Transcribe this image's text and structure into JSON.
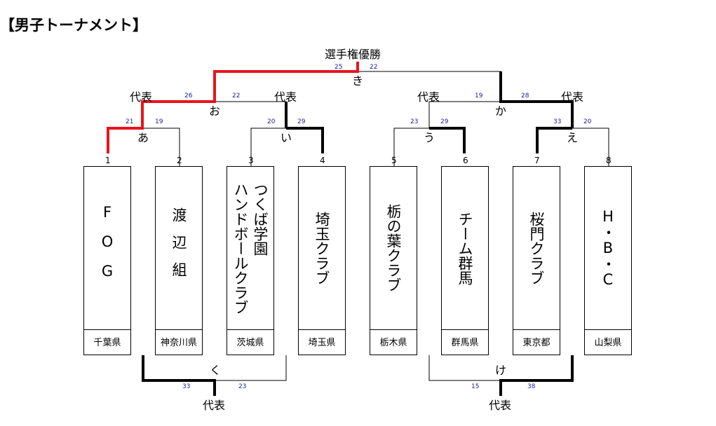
{
  "title": "【男子トーナメント】",
  "champion_label": "選手権優勝",
  "rep_label": "代表",
  "teams": [
    {
      "slot": "1",
      "name": "FOG",
      "pref": "千葉県"
    },
    {
      "slot": "2",
      "name": "渡辺組",
      "pref": "神奈川県"
    },
    {
      "slot": "3",
      "name": "つくば学園\nハンドボールクラブ",
      "pref": "茨城県"
    },
    {
      "slot": "4",
      "name": "埼玉クラブ",
      "pref": "埼玉県"
    },
    {
      "slot": "5",
      "name": "栃の葉クラブ",
      "pref": "栃木県"
    },
    {
      "slot": "6",
      "name": "チーム群馬",
      "pref": "群馬県"
    },
    {
      "slot": "7",
      "name": "桜門クラブ",
      "pref": "東京都"
    },
    {
      "slot": "8",
      "name": "H・B・C",
      "pref": "山梨県"
    }
  ],
  "matches": {
    "a": {
      "label": "あ",
      "left": "21",
      "right": "19"
    },
    "i": {
      "label": "い",
      "left": "20",
      "right": "29"
    },
    "u": {
      "label": "う",
      "left": "23",
      "right": "29"
    },
    "e": {
      "label": "え",
      "left": "33",
      "right": "20"
    },
    "o": {
      "label": "お",
      "left": "26",
      "right": "22"
    },
    "ka": {
      "label": "か",
      "left": "19",
      "right": "28"
    },
    "ki": {
      "label": "き",
      "left": "25",
      "right": "22"
    },
    "ku": {
      "label": "く",
      "left": "33",
      "right": "23"
    },
    "ke": {
      "label": "け",
      "left": "15",
      "right": "38"
    }
  },
  "colors": {
    "winner_path": "#e8141c",
    "advance": "#000000",
    "thin": "#000000",
    "score": "#1a1aa0"
  }
}
